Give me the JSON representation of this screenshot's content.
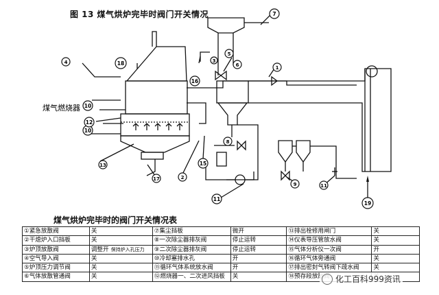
{
  "figure_title": "图 13 煤气烘炉完毕时阀门开关情况",
  "diagram": {
    "burner_label": "煤气燃烧器",
    "markers": [
      "1",
      "2",
      "3",
      "4",
      "5",
      "6",
      "7",
      "8",
      "9",
      "10",
      "10",
      "11",
      "11",
      "12",
      "13",
      "15",
      "16",
      "17",
      "18",
      "19"
    ]
  },
  "table": {
    "title": "煤气烘炉完毕时的阀门开关情况表",
    "rows": [
      [
        {
          "name": "①紧急放散阀",
          "state": "关"
        },
        {
          "name": "⑦集尘挡板",
          "state": "微开"
        },
        {
          "name": "⑬排出栓修用闸门",
          "state": "关"
        }
      ],
      [
        {
          "name": "②干熄炉入口挡板",
          "state": "关"
        },
        {
          "name": "⑧一次除尘器排灰阀",
          "state": "停止运转"
        },
        {
          "name": "⑭仪表导压管放水阀",
          "state": "关"
        }
      ],
      [
        {
          "name": "③炉顶放散阀",
          "state": "调整开",
          "note": "保持炉入孔压力"
        },
        {
          "name": "⑨二次除尘器排灰阀",
          "state": "停止运转"
        },
        {
          "name": "⑮气体分析仪一次阀",
          "state": "开"
        }
      ],
      [
        {
          "name": "④空气导入阀",
          "state": "关"
        },
        {
          "name": "⑩冷却塞排水孔",
          "state": "开"
        },
        {
          "name": "⑯循环气体旁通阀",
          "state": "关"
        }
      ],
      [
        {
          "name": "⑤炉顶压力调节阀",
          "state": "关"
        },
        {
          "name": "⑪循环气体系统放水阀",
          "state": "开"
        },
        {
          "name": "⑰排出密封气转阀下疏水阀",
          "state": "关"
        }
      ],
      [
        {
          "name": "⑥气体放散管通阀",
          "state": "关"
        },
        {
          "name": "⑫燃烧器一、二次进风挡板",
          "state": "关"
        },
        {
          "name": "⑱预存段放散阀",
          "state": "关"
        }
      ]
    ]
  },
  "watermark": "化工百科999资讯"
}
